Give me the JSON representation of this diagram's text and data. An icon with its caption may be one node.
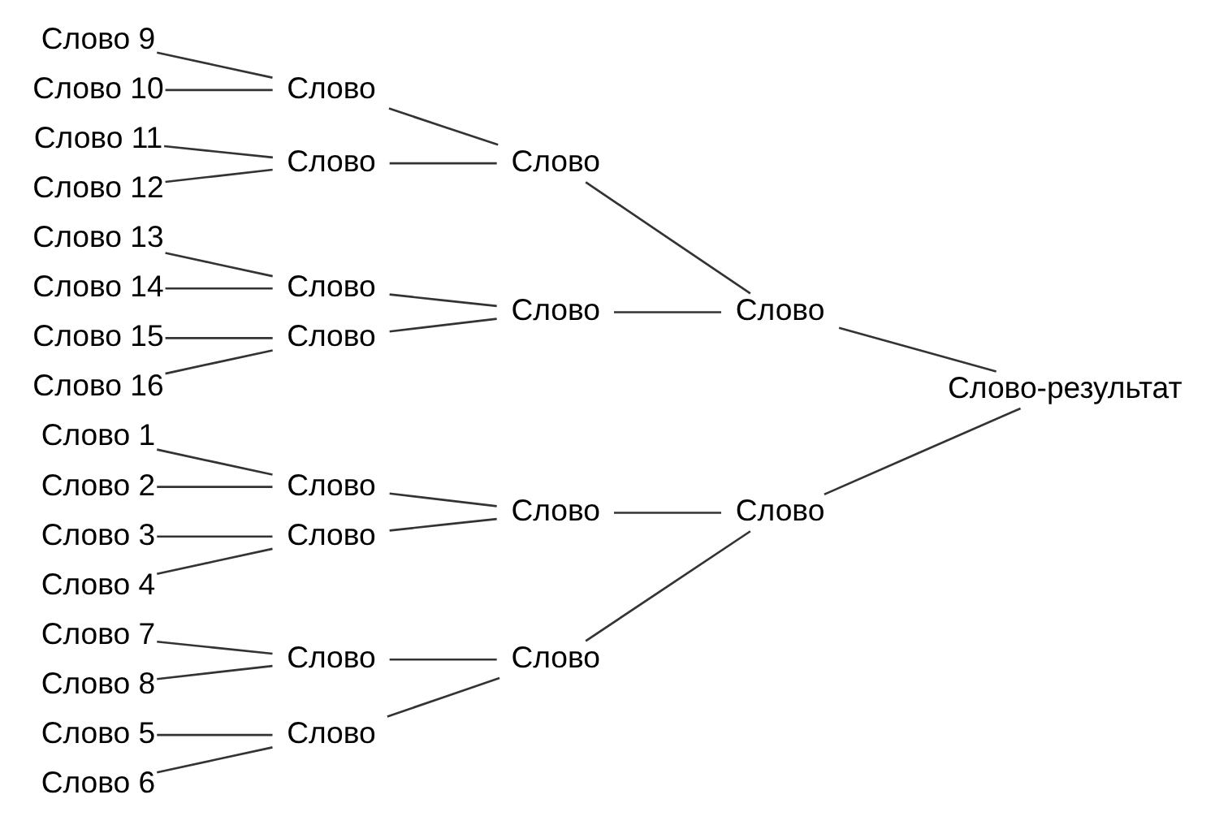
{
  "diagram": {
    "nodes": [
      {
        "text": [
          "Слово 1"
        ]
      },
      {
        "text": [
          "Слово 2"
        ]
      },
      {
        "text": [
          "Слово 3"
        ]
      },
      {
        "text": [
          "Слово 4"
        ]
      },
      {
        "text": [
          "Слово 5"
        ]
      },
      {
        "text": [
          "Слово 6"
        ]
      },
      {
        "text": [
          "Слово 7"
        ]
      },
      {
        "text": [
          "Слово 8"
        ]
      },
      {
        "text": [
          "Слово 9"
        ]
      },
      {
        "text": [
          "Слово 10"
        ]
      },
      {
        "text": [
          "Слово 11"
        ]
      },
      {
        "text": [
          "Слово 12"
        ]
      },
      {
        "text": [
          "Слово 13"
        ]
      },
      {
        "text": [
          "Слово 14"
        ]
      },
      {
        "text": [
          "Слово 15"
        ]
      },
      {
        "text": [
          "Слово 16"
        ]
      },
      {
        "text": [
          "Слово"
        ]
      },
      {
        "text": [
          "Слово"
        ]
      },
      {
        "text": [
          "Слово"
        ]
      },
      {
        "text": [
          "Слово"
        ]
      },
      {
        "text": [
          "Слово"
        ]
      },
      {
        "text": [
          "Слово"
        ]
      },
      {
        "text": [
          "Слово"
        ]
      },
      {
        "text": [
          "Слово"
        ]
      },
      {
        "text": [
          "Слово"
        ]
      },
      {
        "text": [
          "Слово"
        ]
      },
      {
        "text": [
          "Слово"
        ]
      },
      {
        "text": [
          "Слово"
        ]
      },
      {
        "text": [
          "Слово"
        ]
      },
      {
        "text": [
          "Слово"
        ]
      },
      {
        "text": [
          "Слово-результат"
        ]
      }
    ],
    "edges": [
      {
        "from": 0,
        "to": 16,
        "arrow": "none"
      },
      {
        "from": 1,
        "to": 16,
        "arrow": "none"
      },
      {
        "from": 2,
        "to": 17,
        "arrow": "none"
      },
      {
        "from": 3,
        "to": 17,
        "arrow": "none"
      },
      {
        "from": 4,
        "to": 18,
        "arrow": "none"
      },
      {
        "from": 5,
        "to": 18,
        "arrow": "none"
      },
      {
        "from": 6,
        "to": 19,
        "arrow": "none"
      },
      {
        "from": 7,
        "to": 19,
        "arrow": "none"
      },
      {
        "from": 8,
        "to": 20,
        "arrow": "none"
      },
      {
        "from": 9,
        "to": 20,
        "arrow": "none"
      },
      {
        "from": 10,
        "to": 21,
        "arrow": "none"
      },
      {
        "from": 11,
        "to": 21,
        "arrow": "none"
      },
      {
        "from": 12,
        "to": 22,
        "arrow": "none"
      },
      {
        "from": 13,
        "to": 22,
        "arrow": "none"
      },
      {
        "from": 14,
        "to": 23,
        "arrow": "none"
      },
      {
        "from": 15,
        "to": 23,
        "arrow": "none"
      },
      {
        "from": 16,
        "to": 24,
        "arrow": "none"
      },
      {
        "from": 17,
        "to": 24,
        "arrow": "none"
      },
      {
        "from": 18,
        "to": 25,
        "arrow": "none"
      },
      {
        "from": 19,
        "to": 25,
        "arrow": "none"
      },
      {
        "from": 20,
        "to": 26,
        "arrow": "none"
      },
      {
        "from": 21,
        "to": 26,
        "arrow": "none"
      },
      {
        "from": 22,
        "to": 27,
        "arrow": "none"
      },
      {
        "from": 23,
        "to": 27,
        "arrow": "none"
      },
      {
        "from": 24,
        "to": 28,
        "arrow": "none"
      },
      {
        "from": 25,
        "to": 28,
        "arrow": "none"
      },
      {
        "from": 26,
        "to": 29,
        "arrow": "none"
      },
      {
        "from": 27,
        "to": 29,
        "arrow": "none"
      },
      {
        "from": 28,
        "to": 30,
        "arrow": "none"
      },
      {
        "from": 29,
        "to": 30,
        "arrow": "none"
      }
    ]
  }
}
